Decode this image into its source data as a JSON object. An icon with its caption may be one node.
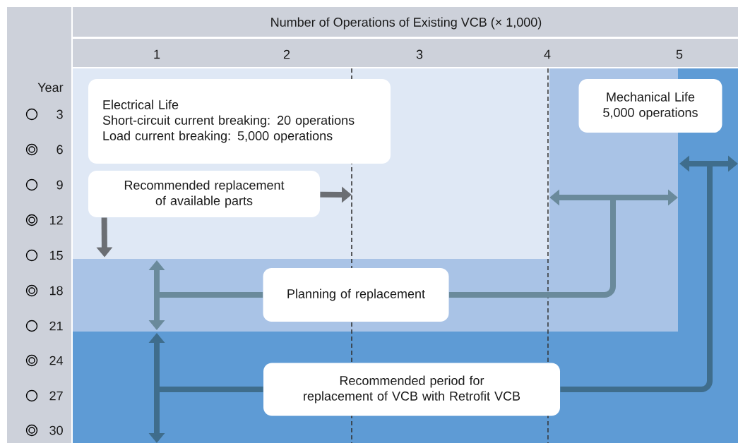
{
  "diagram": {
    "nodes": [
      {
        "text": [
          "Electrical Life",
          "Short-circuit current breaking: 20 operations",
          "Load current breaking:  5,000 operations"
        ]
      },
      {
        "text": [
          "Mechanical Life",
          "5,000 operations"
        ]
      },
      {
        "text": [
          "Recommended replacement of available parts"
        ]
      },
      {
        "text": [
          "Planning of replacement"
        ]
      },
      {
        "text": [
          "Recommended period for replacement of VCB with Retrofit VCB"
        ]
      }
    ],
    "edges": [
      {
        "from": 2,
        "to": null,
        "arrow": "to",
        "color": "#6b6e73"
      },
      {
        "from": 2,
        "to": 3,
        "arrow": "to",
        "color": "#6b6e73"
      },
      {
        "from": 3,
        "to": null,
        "arrow": "none",
        "color": "#6a8a9b"
      },
      {
        "from": 3,
        "to": null,
        "arrow": "none",
        "color": "#6a8a9b"
      },
      {
        "from": 4,
        "to": null,
        "arrow": "none",
        "color": "#3f6d8c"
      },
      {
        "from": 4,
        "to": null,
        "arrow": "none",
        "color": "#3f6d8c"
      }
    ],
    "labels": [
      "Number of Operations of Existing VCB (× 1,000)",
      "1",
      "2",
      "3",
      "4",
      "5",
      "Year",
      "3",
      "6",
      "9",
      "12",
      "15",
      "18",
      "21",
      "24",
      "27",
      "30"
    ]
  }
}
